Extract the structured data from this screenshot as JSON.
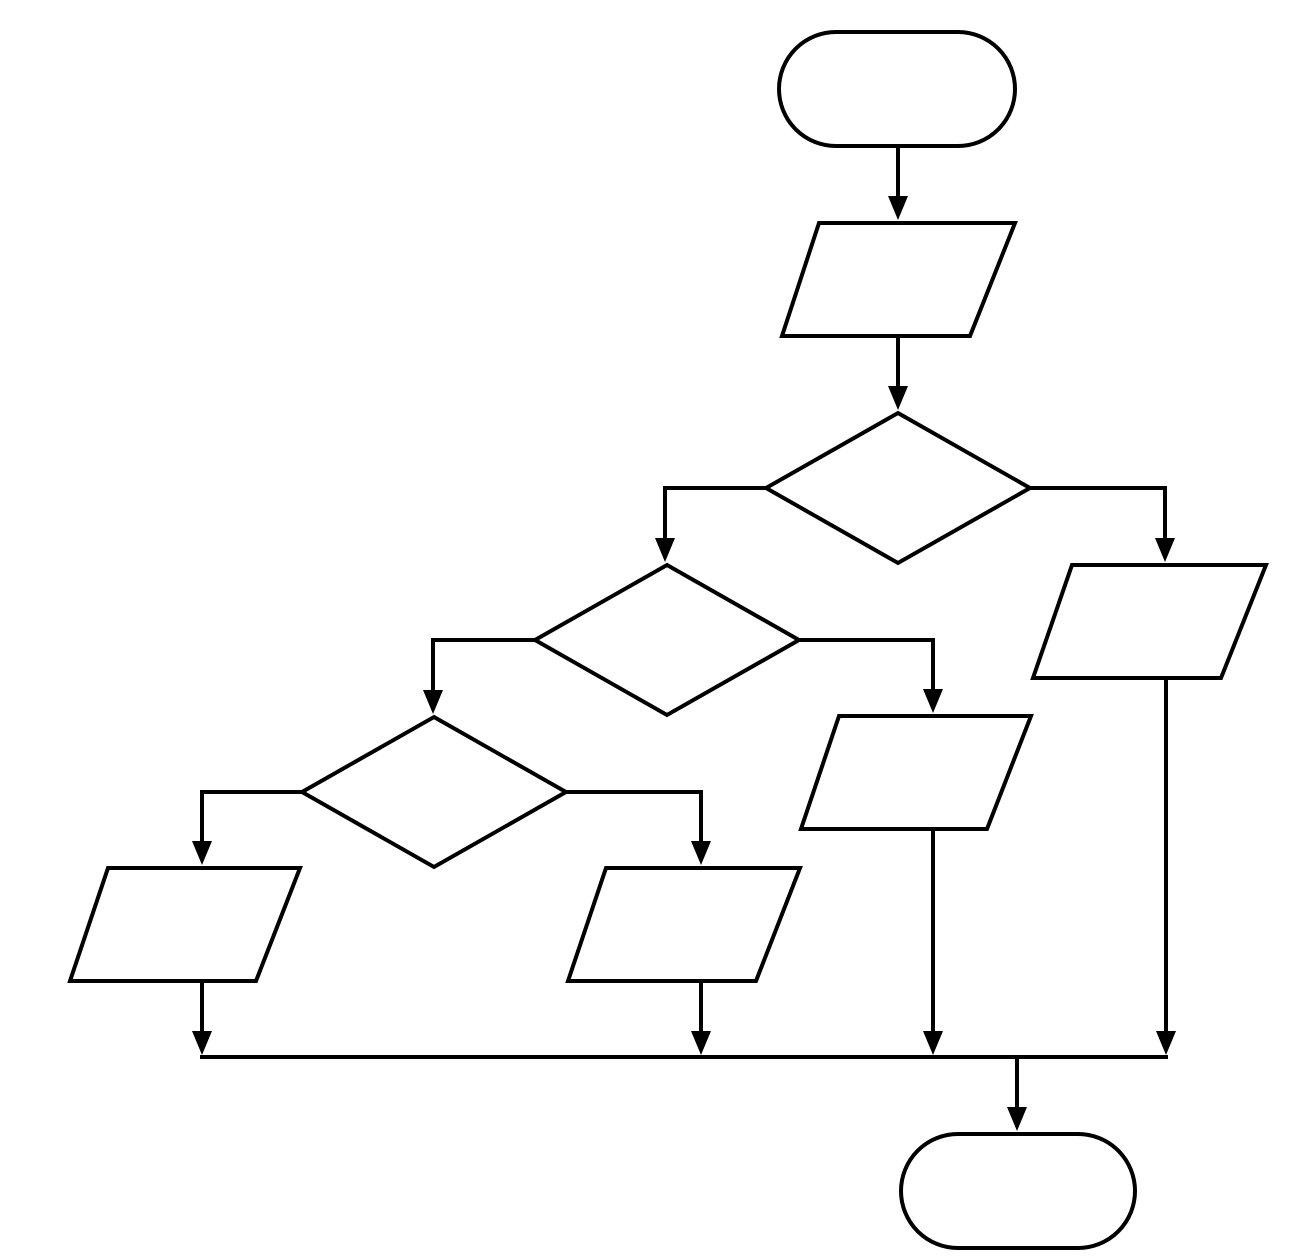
{
  "diagram": {
    "type": "flowchart",
    "line_color": "#000000",
    "background": "#ffffff",
    "nodes": [
      {
        "id": "start",
        "kind": "terminator",
        "label": ""
      },
      {
        "id": "input",
        "kind": "io",
        "label": ""
      },
      {
        "id": "decision-1",
        "kind": "decision",
        "label": ""
      },
      {
        "id": "output-right",
        "kind": "io",
        "label": ""
      },
      {
        "id": "decision-2",
        "kind": "decision",
        "label": ""
      },
      {
        "id": "output-middle",
        "kind": "io",
        "label": ""
      },
      {
        "id": "decision-3",
        "kind": "decision",
        "label": ""
      },
      {
        "id": "output-left",
        "kind": "io",
        "label": ""
      },
      {
        "id": "output-center",
        "kind": "io",
        "label": ""
      },
      {
        "id": "end",
        "kind": "terminator",
        "label": ""
      }
    ],
    "edges": [
      {
        "from": "start",
        "to": "input"
      },
      {
        "from": "input",
        "to": "decision-1"
      },
      {
        "from": "decision-1",
        "to": "decision-2",
        "side": "left"
      },
      {
        "from": "decision-1",
        "to": "output-right",
        "side": "right"
      },
      {
        "from": "decision-2",
        "to": "decision-3",
        "side": "left"
      },
      {
        "from": "decision-2",
        "to": "output-middle",
        "side": "right"
      },
      {
        "from": "decision-3",
        "to": "output-left",
        "side": "left"
      },
      {
        "from": "decision-3",
        "to": "output-center",
        "side": "right"
      },
      {
        "from": "output-left",
        "to": "end"
      },
      {
        "from": "output-center",
        "to": "end"
      },
      {
        "from": "output-middle",
        "to": "end"
      },
      {
        "from": "output-right",
        "to": "end"
      }
    ]
  }
}
